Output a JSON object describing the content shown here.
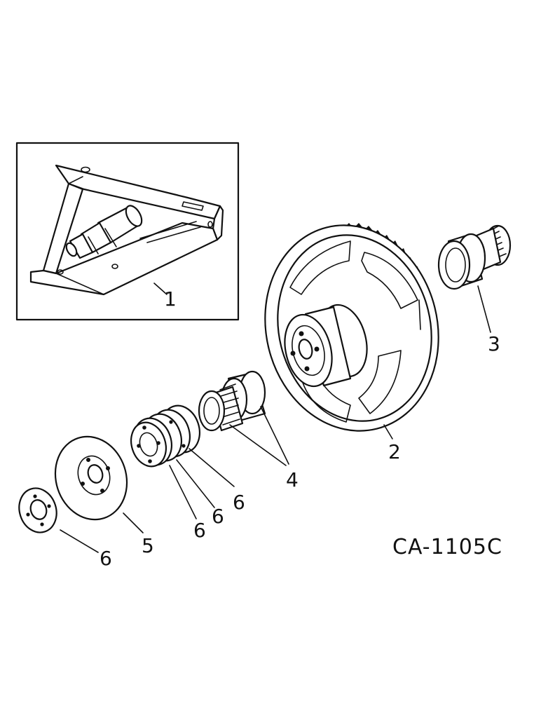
{
  "figure": {
    "drawing_code": "CA-1105C",
    "callouts": [
      {
        "id": "c1",
        "text": "1"
      },
      {
        "id": "c2",
        "text": "2"
      },
      {
        "id": "c3",
        "text": "3"
      },
      {
        "id": "c4",
        "text": "4"
      },
      {
        "id": "c5",
        "text": "5"
      },
      {
        "id": "c6a",
        "text": "6"
      },
      {
        "id": "c6b",
        "text": "6"
      },
      {
        "id": "c6c",
        "text": "6"
      },
      {
        "id": "c6d",
        "text": "6"
      }
    ]
  }
}
